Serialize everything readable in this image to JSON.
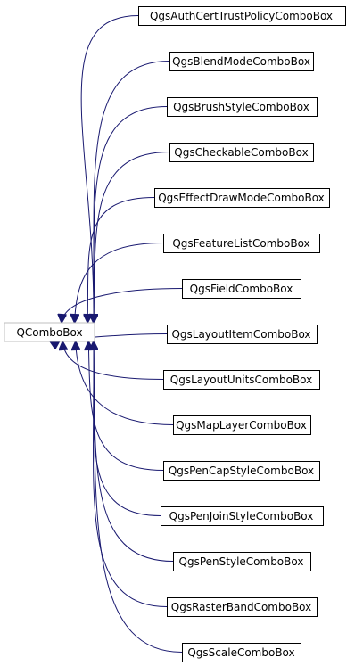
{
  "base_class": {
    "name": "QComboBox"
  },
  "derived_classes": [
    {
      "name": "QgsAuthCertTrustPolicyComboBox"
    },
    {
      "name": "QgsBlendModeComboBox"
    },
    {
      "name": "QgsBrushStyleComboBox"
    },
    {
      "name": "QgsCheckableComboBox"
    },
    {
      "name": "QgsEffectDrawModeComboBox"
    },
    {
      "name": "QgsFeatureListComboBox"
    },
    {
      "name": "QgsFieldComboBox"
    },
    {
      "name": "QgsLayoutItemComboBox"
    },
    {
      "name": "QgsLayoutUnitsComboBox"
    },
    {
      "name": "QgsMapLayerComboBox"
    },
    {
      "name": "QgsPenCapStyleComboBox"
    },
    {
      "name": "QgsPenJoinStyleComboBox"
    },
    {
      "name": "QgsPenStyleComboBox"
    },
    {
      "name": "QgsRasterBandComboBox"
    },
    {
      "name": "QgsScaleComboBox"
    }
  ],
  "colors": {
    "edge": "#191970",
    "base_border": "#bfbfbf",
    "node_border": "#000000"
  }
}
